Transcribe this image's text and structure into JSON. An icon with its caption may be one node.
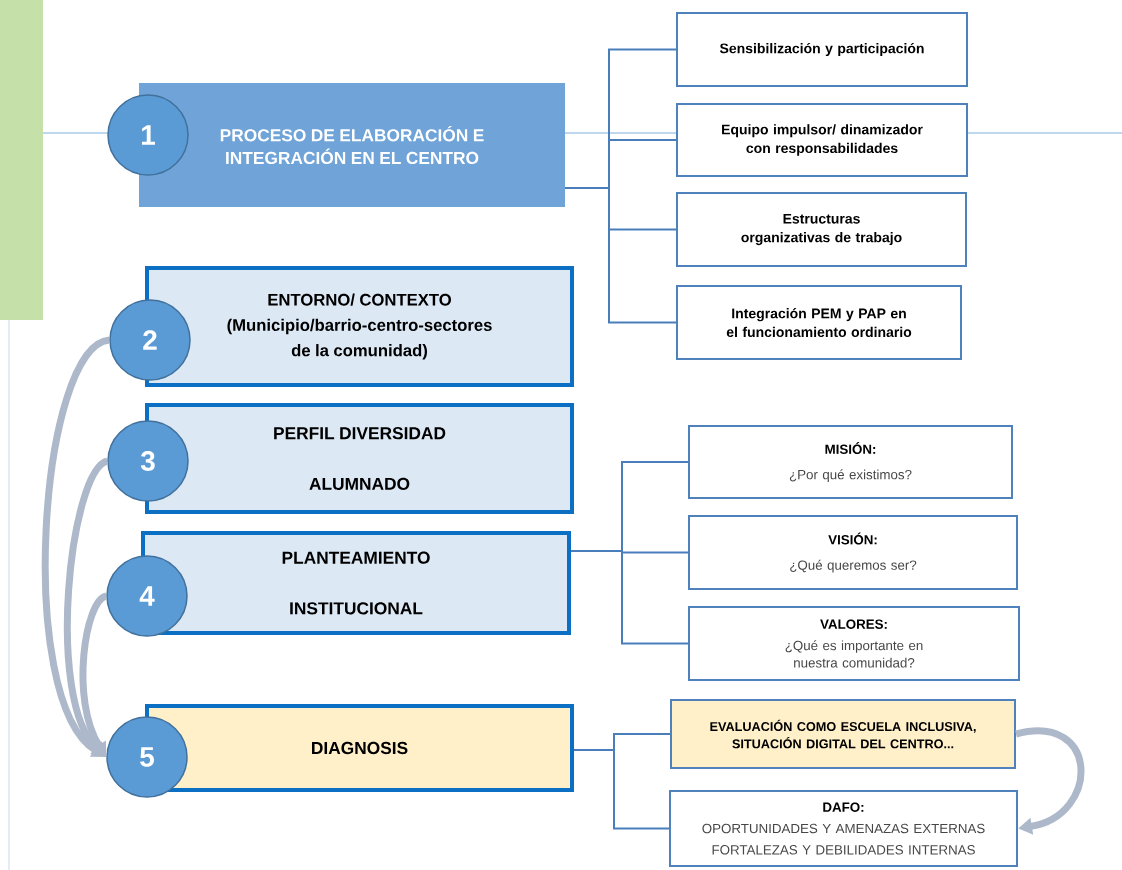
{
  "diagram": {
    "nodes": [
      {
        "text": [
          "PROCESO DE ELABORACIÓN E INTEGRACIÓN EN EL CENTRO"
        ]
      },
      {
        "text": [
          "1"
        ]
      },
      {
        "text": [
          "Sensibilización y participación"
        ]
      },
      {
        "text": [
          "Equipo impulsor/ dinamizador con responsabilidades"
        ]
      },
      {
        "text": [
          "Estructuras organizativas de trabajo"
        ]
      },
      {
        "text": [
          "Integración PEM y PAP en el funcionamiento ordinario"
        ]
      },
      {
        "text": [
          "ENTORNO/ CONTEXTO (Municipio/barrio-centro-sectores de la comunidad)"
        ]
      },
      {
        "text": [
          "2"
        ]
      },
      {
        "text": [
          "PERFIL DIVERSIDAD ALUMNADO"
        ]
      },
      {
        "text": [
          "3"
        ]
      },
      {
        "text": [
          "PLANTEAMIENTO INSTITUCIONAL"
        ]
      },
      {
        "text": [
          "4"
        ]
      },
      {
        "text": [
          "DIAGNOSIS"
        ]
      },
      {
        "text": [
          "5"
        ]
      },
      {
        "text": [
          "MISIÓN:",
          "¿Por qué existimos?"
        ]
      },
      {
        "text": [
          "VISIÓN:",
          "¿Qué queremos ser?"
        ]
      },
      {
        "text": [
          "VALORES:",
          "¿Qué es importante en nuestra comunidad?"
        ]
      },
      {
        "text": [
          "EVALUACIÓN COMO ESCUELA INCLUSIVA, SITUACIÓN DIGITAL DEL CENTRO..."
        ]
      },
      {
        "text": [
          "DAFO:",
          "OPORTUNIDADES Y AMENAZAS EXTERNAS",
          "FORTALEZAS Y DEBILIDADES INTERNAS"
        ]
      },
      {
        "text": [],
        "shape": "bar"
      }
    ],
    "edges": [
      {
        "from": 0,
        "to": 2,
        "arrow": "none"
      },
      {
        "from": 0,
        "to": 3,
        "arrow": "none"
      },
      {
        "from": 0,
        "to": 4,
        "arrow": "none"
      },
      {
        "from": 0,
        "to": 5,
        "arrow": "none"
      },
      {
        "from": 7,
        "to": 13,
        "arrow": "to",
        "style": "thick",
        "color": "#adb9ca"
      },
      {
        "from": 9,
        "to": 13,
        "arrow": "to",
        "style": "thick",
        "color": "#adb9ca"
      },
      {
        "from": 11,
        "to": 13,
        "arrow": "to",
        "style": "thick",
        "color": "#adb9ca"
      },
      {
        "from": 10,
        "to": 14,
        "arrow": "none"
      },
      {
        "from": 10,
        "to": 15,
        "arrow": "none"
      },
      {
        "from": 10,
        "to": 16,
        "arrow": "none"
      },
      {
        "from": 12,
        "to": 17,
        "arrow": "none"
      },
      {
        "from": 12,
        "to": 18,
        "arrow": "none"
      },
      {
        "from": 17,
        "to": 18,
        "arrow": "to",
        "style": "thick",
        "color": "#adb9ca"
      }
    ]
  }
}
